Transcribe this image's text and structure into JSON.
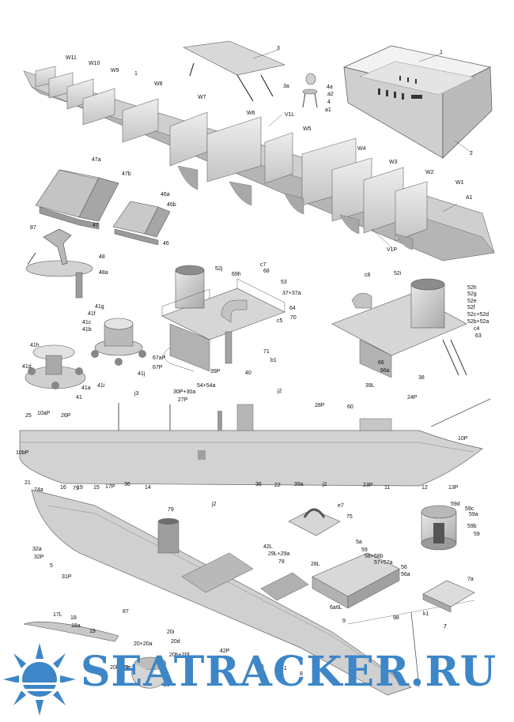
{
  "watermark": "SEATRACKER.RU",
  "parts": {
    "ship_section": [
      "W11",
      "W10",
      "W9",
      "1",
      "W8",
      "W7",
      "W6",
      "V1L",
      "W5",
      "W4",
      "W3",
      "W2",
      "W1",
      "A1",
      "V1P"
    ],
    "upper_right": [
      "3",
      "3a",
      "4a",
      "a2",
      "4",
      "a1",
      "1",
      "2"
    ],
    "hatches": [
      "47a",
      "47b",
      "47",
      "46a",
      "46b",
      "46"
    ],
    "mast_group": [
      "87",
      "48",
      "48a"
    ],
    "funnel_left": [
      "52j",
      "69h",
      "c7",
      "68",
      "53",
      "37+37a",
      "64",
      "70",
      "c5",
      "71",
      "b1",
      "40",
      "39P",
      "67aP",
      "67P",
      "41g",
      "41f",
      "41c",
      "41b",
      "41j",
      "41i",
      "41h",
      "41d",
      "41a",
      "41"
    ],
    "funnel_right": [
      "c8",
      "52i",
      "52h",
      "52g",
      "52e",
      "52f",
      "52c+52d",
      "52b+52a",
      "c4",
      "63",
      "66",
      "66a",
      "39L",
      "38"
    ],
    "side_view": [
      "j3",
      "30P+30a",
      "54+54a",
      "j2",
      "27P",
      "28P",
      "60",
      "24P",
      "25",
      "10aP",
      "26P",
      "10bP",
      "10P",
      "21",
      "16",
      "19",
      "15",
      "17P",
      "36",
      "14",
      "36",
      "22",
      "39a",
      "j2",
      "23P",
      "11",
      "12",
      "13P"
    ],
    "iso_view": [
      "74a",
      "79",
      "79",
      "j2",
      "32a",
      "32P",
      "5",
      "31P",
      "42L",
      "29L+29a",
      "78",
      "28L",
      "87",
      "42P",
      "35",
      "41",
      "6a",
      "6L",
      "9",
      "8",
      "98",
      "k1",
      "7",
      "17L",
      "18",
      "18a",
      "19",
      "20+20a",
      "20c",
      "20b+20c",
      "20i",
      "20d",
      "20h+20f",
      "25"
    ],
    "details": [
      "e7",
      "75",
      "5a",
      "59",
      "58+58b",
      "57+57a",
      "56",
      "56a",
      "59d",
      "59c",
      "59a",
      "59b",
      "59",
      "7a",
      "7"
    ]
  },
  "colors": {
    "part_fill": "#dedede",
    "part_shade": "#b8b8b8",
    "part_dark": "#8f8f8f",
    "line": "#555555",
    "watermark": "#3d86c7"
  }
}
